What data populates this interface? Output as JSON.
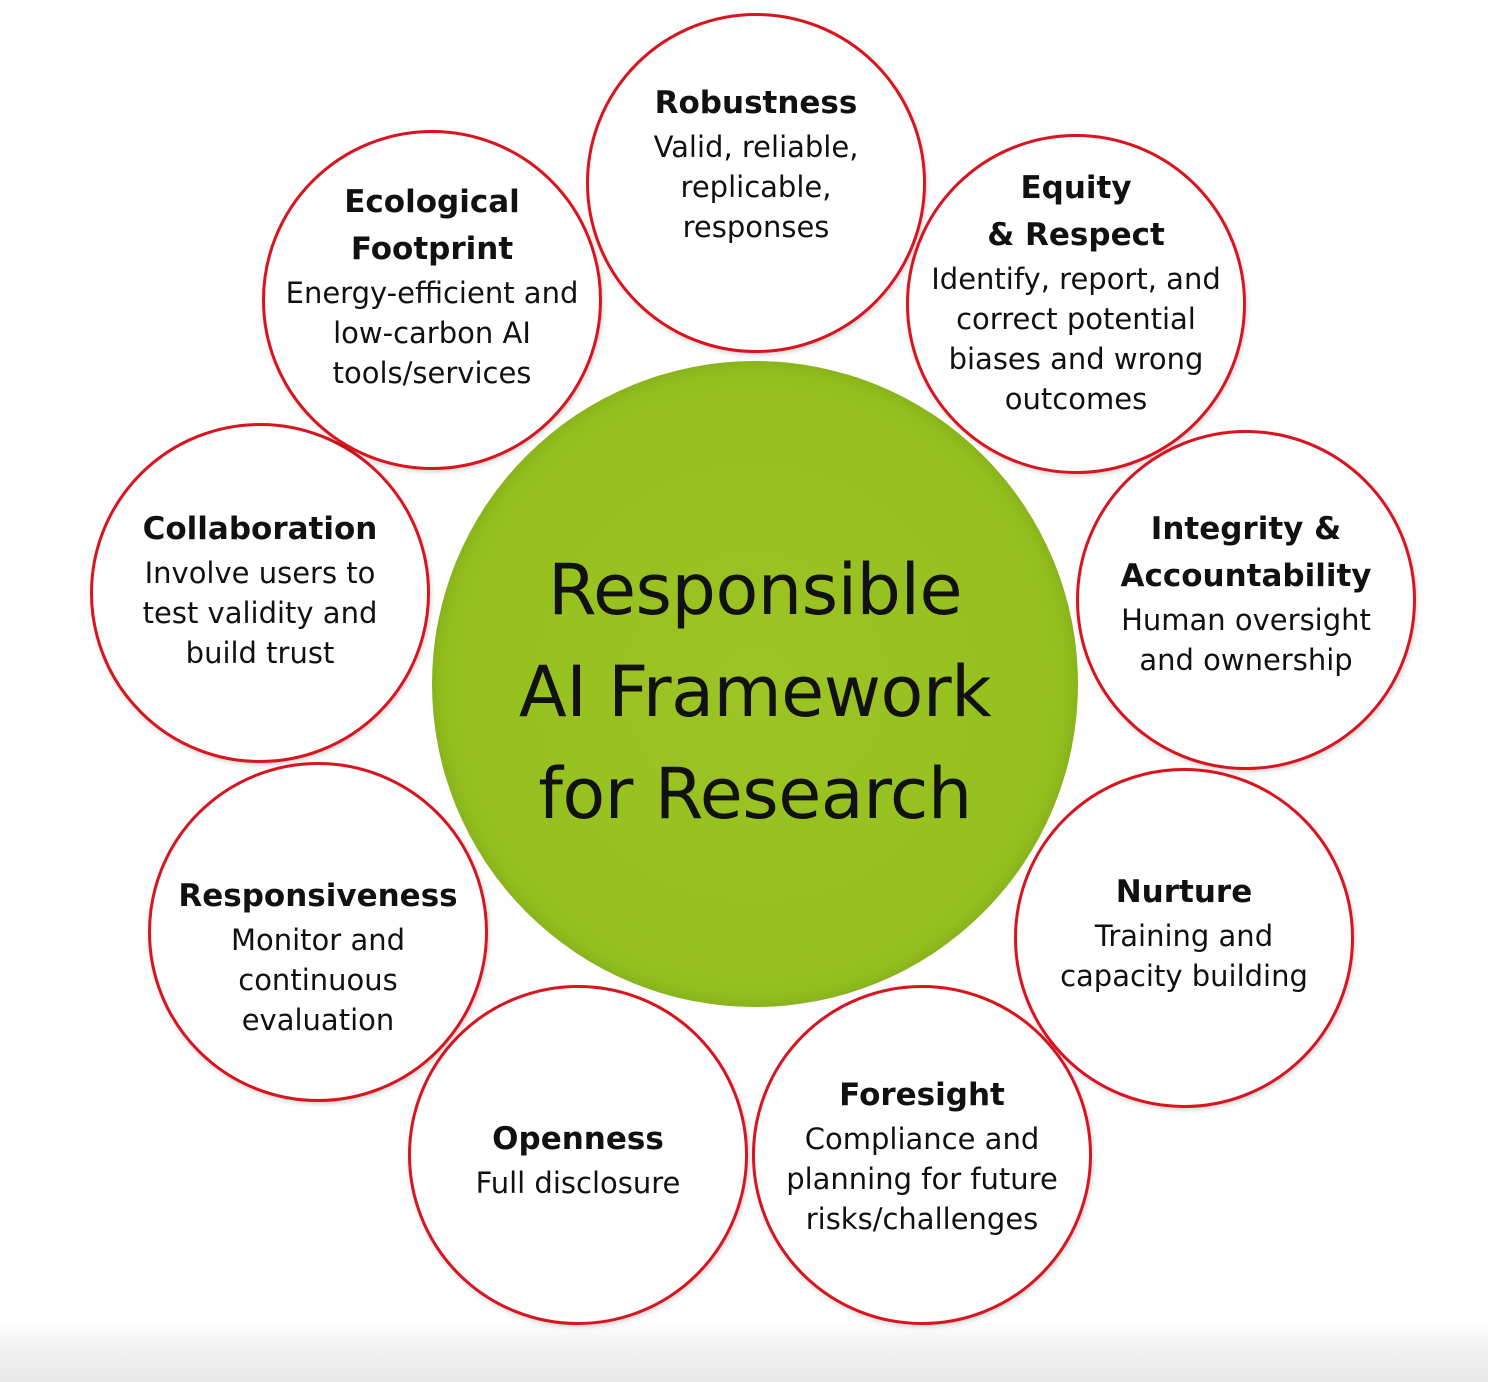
{
  "center": {
    "lines": [
      "Responsible",
      "AI Framework",
      "for Research"
    ],
    "fill_color": "#94c01f"
  },
  "node_border_color": "#d8141f",
  "nodes": {
    "robustness": {
      "title": "Robustness",
      "lines": [
        "Valid, reliable,",
        "replicable,",
        "responses"
      ]
    },
    "equity": {
      "title_lines": [
        "Equity",
        "& Respect"
      ],
      "lines": [
        "Identify, report, and",
        "correct potential",
        "biases and wrong",
        "outcomes"
      ]
    },
    "integrity": {
      "title_lines": [
        "Integrity &",
        "Accountability"
      ],
      "lines": [
        "Human oversight",
        "and ownership"
      ]
    },
    "nurture": {
      "title": "Nurture",
      "lines": [
        "Training and",
        "capacity building"
      ]
    },
    "foresight": {
      "title": "Foresight",
      "lines": [
        "Compliance and",
        "planning for future",
        "risks/challenges"
      ]
    },
    "openness": {
      "title": "Openness",
      "lines": [
        "Full disclosure"
      ]
    },
    "responsiveness": {
      "title": "Responsiveness",
      "lines": [
        "Monitor and",
        "continuous",
        "evaluation"
      ]
    },
    "collaboration": {
      "title": "Collaboration",
      "lines": [
        "Involve users to",
        "test validity and",
        "build trust"
      ]
    },
    "ecological": {
      "title_lines": [
        "Ecological",
        "Footprint"
      ],
      "lines": [
        "Energy-efficient and",
        "low-carbon AI",
        "tools/services"
      ]
    }
  }
}
